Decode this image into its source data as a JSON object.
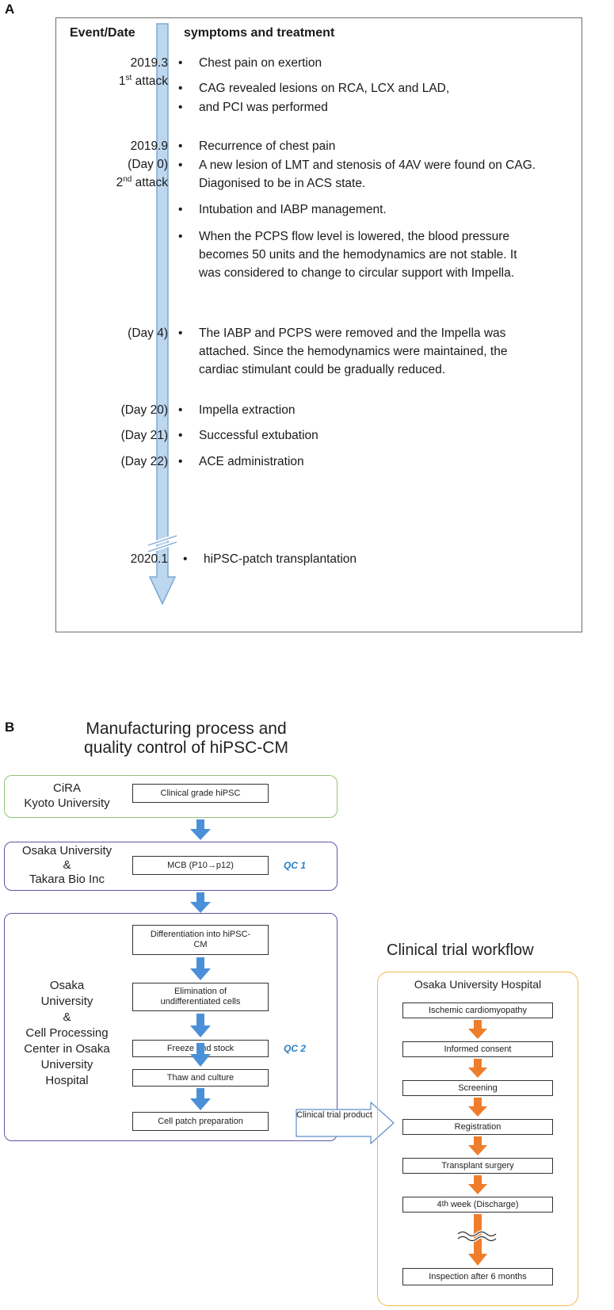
{
  "panel_a": {
    "label": "A",
    "header_event": "Event/Date",
    "header_symptoms": "symptoms and treatment",
    "entries": [
      {
        "date_lines": [
          "2019.3"
        ],
        "attack_num": "1",
        "attack_sup": "st",
        "attack_word": "attack",
        "items": [
          "Chest pain on exertion",
          "CAG revealed lesions on RCA, LCX and LAD,",
          "and PCI was performed"
        ]
      },
      {
        "date_lines": [
          "2019.9",
          "(Day 0)"
        ],
        "attack_num": "2",
        "attack_sup": "nd",
        "attack_word": "attack",
        "items": [
          "Recurrence of chest pain",
          "A new lesion of LMT and stenosis of 4AV were found on CAG.  Diagonised to be in ACS state.",
          "Intubation and IABP management.",
          "When the PCPS flow level is lowered, the blood pressure becomes 50 units and the hemodynamics are not stable.  It was considered to change to circular support with Impella."
        ]
      },
      {
        "date_lines": [
          "(Day 4)"
        ],
        "items": [
          "The IABP and PCPS were removed and the Impella was attached. Since the hemodynamics were maintained, the cardiac stimulant could be gradually reduced."
        ]
      },
      {
        "date_lines": [
          "(Day 20)"
        ],
        "items": [
          "Impella extraction"
        ]
      },
      {
        "date_lines": [
          "(Day 21)"
        ],
        "items": [
          "Successful extubation"
        ]
      },
      {
        "date_lines": [
          "(Day 22)"
        ],
        "items": [
          "ACE administration"
        ]
      },
      {
        "date_lines": [
          "2020.1"
        ],
        "items": [
          "hiPSC-patch transplantation"
        ]
      }
    ],
    "colors": {
      "timeline_fill": "#bdd7ee",
      "timeline_stroke": "#7aa8d6",
      "box_border": "#6d6d6d"
    }
  },
  "panel_b": {
    "label": "B",
    "title_line1": "Manufacturing process and",
    "title_line2": "quality control of hiPSC-CM",
    "cira": {
      "line1": "CiRA",
      "line2": "Kyoto University",
      "step": "Clinical grade hiPSC",
      "color": "#92c47d"
    },
    "osaka_takara": {
      "line1": "Osaka University",
      "line2": "&",
      "line3": "Takara Bio Inc",
      "step": "MCB (P10→p12)",
      "qc": "QC 1",
      "color": "#5b57a6"
    },
    "osaka_cpc": {
      "lines": [
        "Osaka",
        "University",
        "&",
        "Cell Processing",
        "Center in Osaka",
        "University",
        "Hospital"
      ],
      "steps": [
        "Differentiation into hiPSC-CM",
        "Elimination of undifferentiated cells",
        "Freeze and stock",
        "Thaw and culture",
        "Cell patch preparation"
      ],
      "qc": "QC 2",
      "color": "#5b57a6"
    },
    "product_arrow": "Clinical trial product",
    "workflow_title": "Clinical trial workflow",
    "hospital": {
      "name": "Osaka University Hospital",
      "color": "#f2b84b",
      "steps": [
        "Ischemic cardiomyopathy",
        "Informed consent",
        "Screening",
        "Registration",
        "Transplant surgery",
        "week (Discharge)",
        "Inspection after 6 months"
      ],
      "discharge_num": "4",
      "discharge_sup": "th"
    },
    "colors": {
      "blue_arrow": "#4a90d9",
      "orange_arrow": "#ef7d2b",
      "qc_text": "#2a7fc8"
    }
  }
}
